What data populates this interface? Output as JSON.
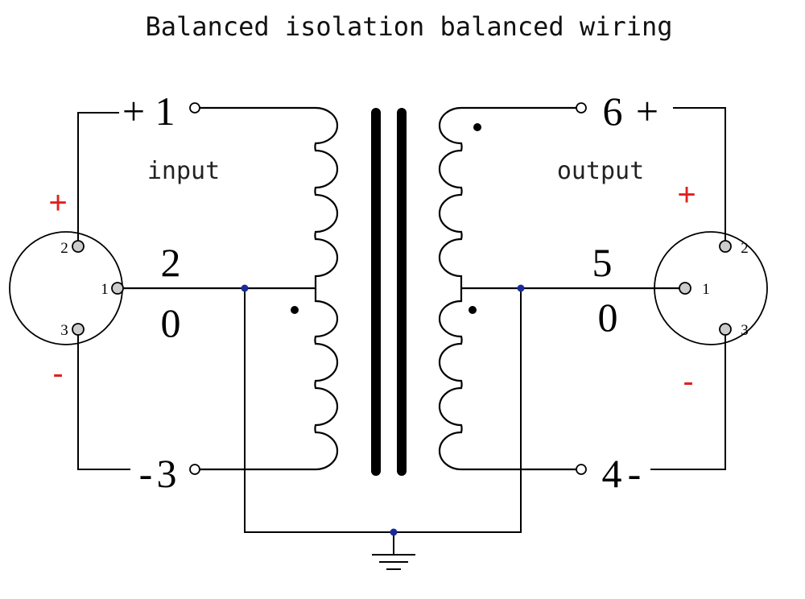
{
  "title": "Balanced isolation balanced wiring",
  "input_label": "input",
  "output_label": "output",
  "primary": {
    "top_terminal": {
      "sign": "+",
      "number": "1"
    },
    "center_number": "2",
    "zero_label": "0",
    "bottom_terminal": {
      "sign": "-",
      "number": "3"
    }
  },
  "secondary": {
    "top_terminal": {
      "number": "6",
      "sign": "+"
    },
    "center_number": "5",
    "zero_label": "0",
    "bottom_terminal": {
      "number": "4",
      "sign": "-"
    }
  },
  "left_connector": {
    "pins": [
      "2",
      "1",
      "3"
    ],
    "plus": "+",
    "minus": "-"
  },
  "right_connector": {
    "pins": [
      "2",
      "1",
      "3"
    ],
    "plus": "+",
    "minus": "-"
  },
  "colors": {
    "polarity": "#e02020",
    "junction": "#1a2a9a",
    "pin_fill": "#cccccc"
  }
}
